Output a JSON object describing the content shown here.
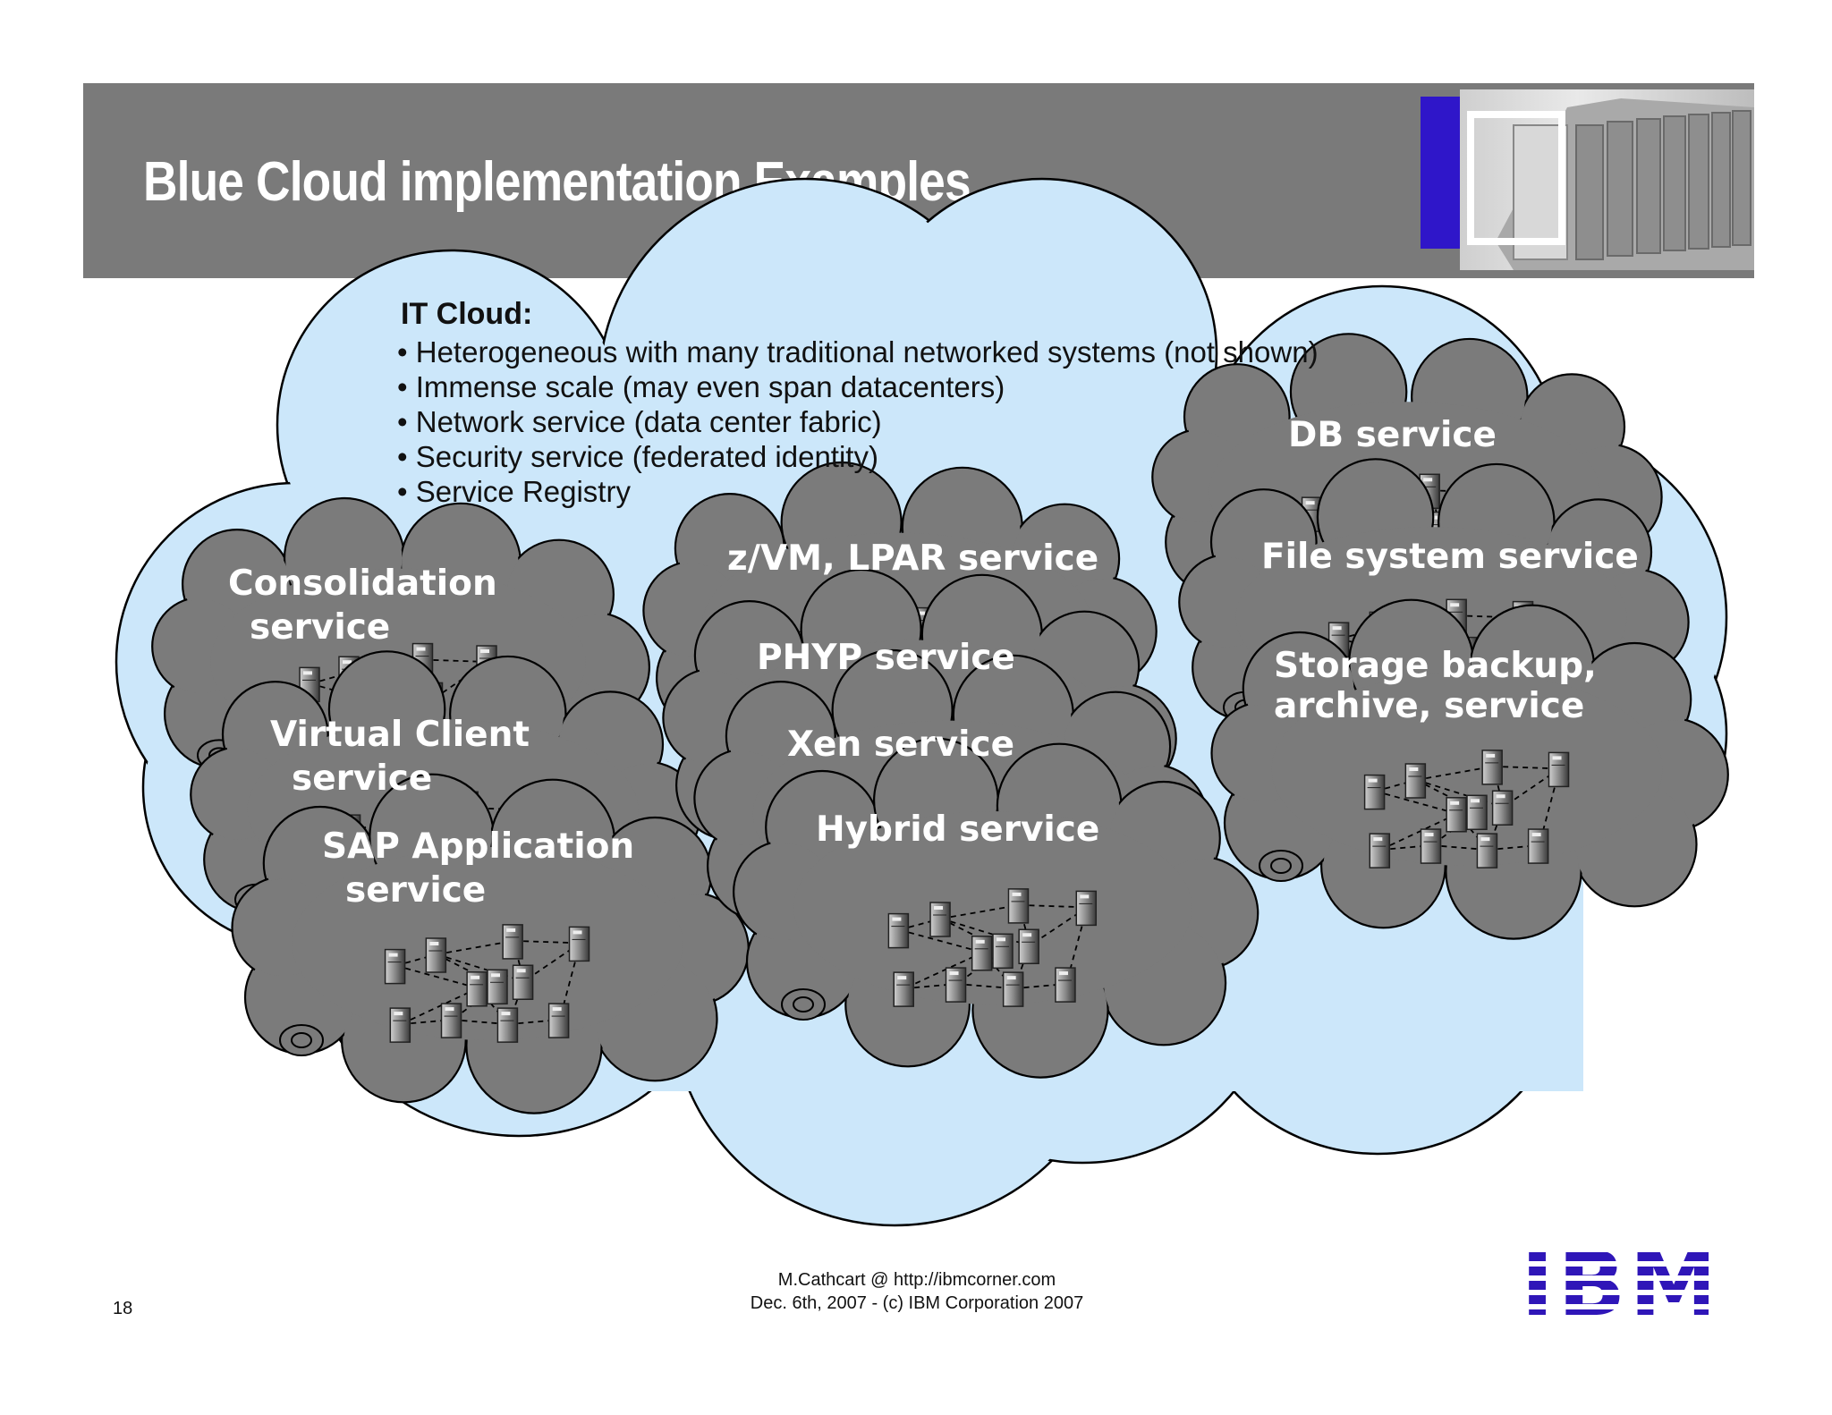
{
  "slide": {
    "title": "Blue Cloud implementation Examples",
    "page_number": "18",
    "footer_line1": "M.Cathcart @ http://ibmcorner.com",
    "footer_line2": "Dec. 6th, 2007 - (c) IBM Corporation 2007",
    "logo_text": "IBM"
  },
  "it_cloud": {
    "heading": "IT Cloud:",
    "bullets": [
      "Heterogeneous with many traditional networked systems (not shown)",
      "Immense scale (may even span datacenters)",
      "Network service (data center fabric)",
      "Security service (federated identity)",
      "Service Registry"
    ]
  },
  "services": {
    "consolidation": {
      "line1": "Consolidation",
      "line2": "service"
    },
    "virtual_client": {
      "line1": "Virtual Client",
      "line2": "service"
    },
    "sap": {
      "line1": "SAP Application",
      "line2": "service"
    },
    "zvm": {
      "line1": "z/VM, LPAR service"
    },
    "phyp": {
      "line1": "PHYP service"
    },
    "xen": {
      "line1": "Xen service"
    },
    "hybrid": {
      "line1": "Hybrid service"
    },
    "db": {
      "line1": "DB service"
    },
    "file_system": {
      "line1": "File system service"
    },
    "storage": {
      "line1": "Storage backup,",
      "line2": "archive, service"
    }
  },
  "colors": {
    "title_bar": "#7a7a7a",
    "big_cloud": "#cce7fa",
    "service_cloud": "#7b7b7b",
    "ibm_blue": "#2f16b8",
    "accent_blue": "#2f16c9"
  }
}
